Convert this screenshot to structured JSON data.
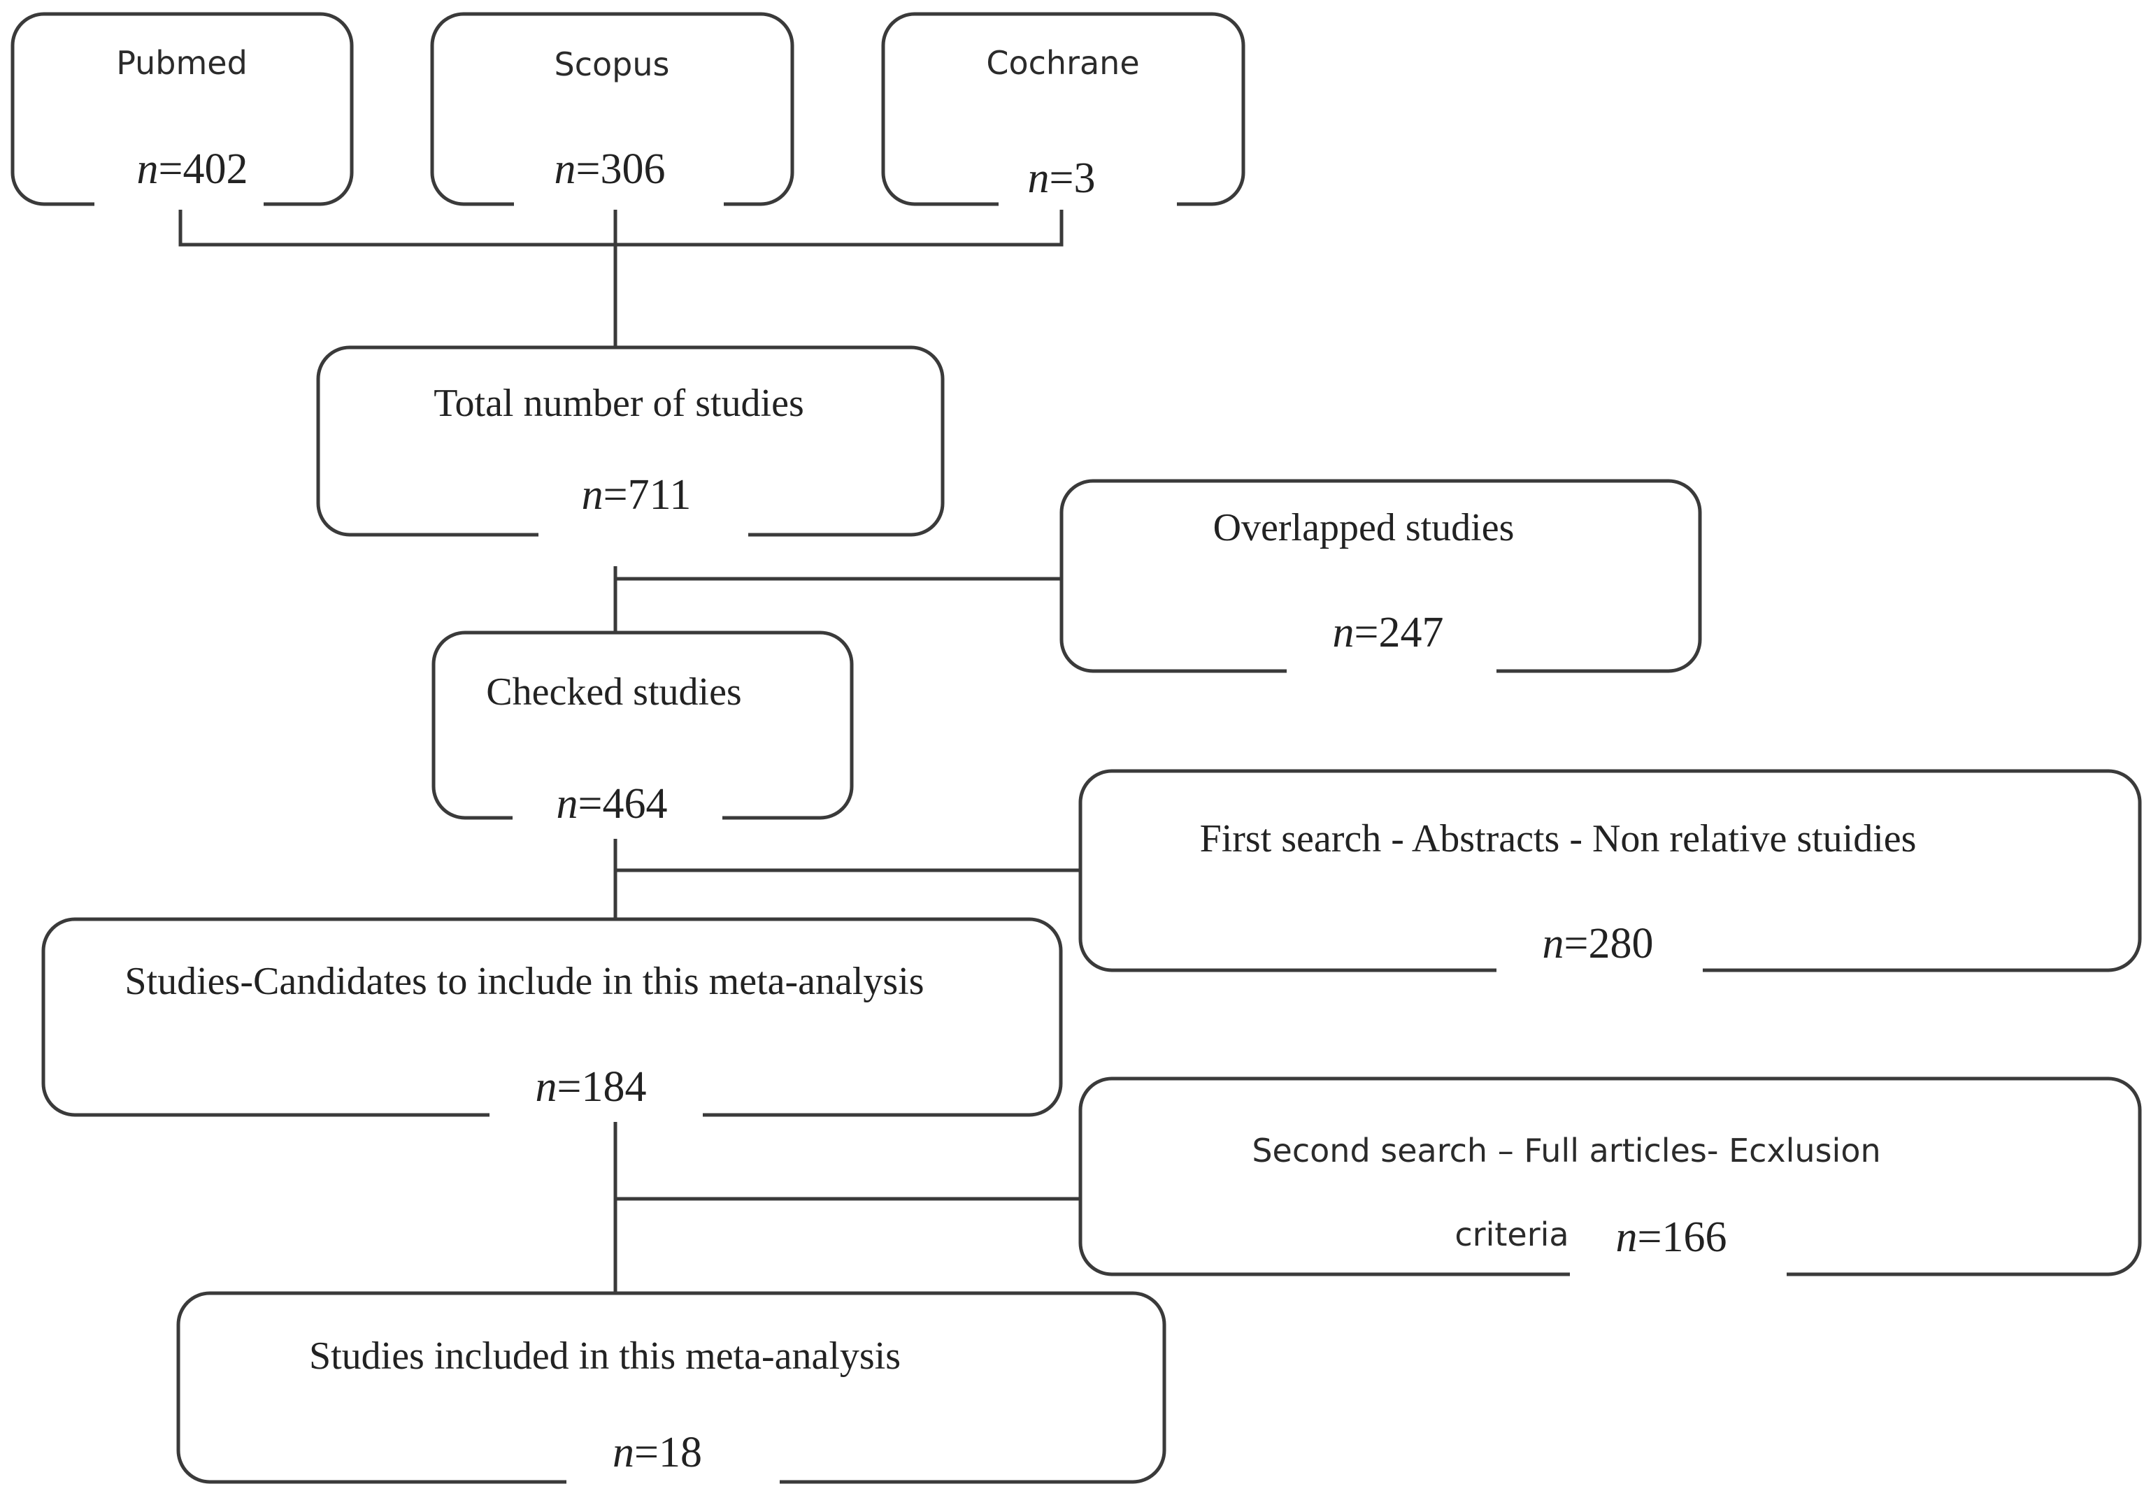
{
  "sources": [
    {
      "label": "Pubmed",
      "n_label": "n",
      "n_value": "402"
    },
    {
      "label": "Scopus",
      "n_label": "n",
      "n_value": "306"
    },
    {
      "label": "Cochrane",
      "n_label": "n",
      "n_value": "3"
    }
  ],
  "total": {
    "label": "Total number of studies",
    "n_label": "n",
    "n_value": "711"
  },
  "overlapped": {
    "label": "Overlapped studies",
    "n_label": "n",
    "n_value": "247"
  },
  "checked": {
    "label": "Checked studies",
    "n_label": "n",
    "n_value": "464"
  },
  "first_search": {
    "label": "First search - Abstracts - Non relative stuidies",
    "n_label": "n",
    "n_value": "280"
  },
  "candidates": {
    "label": "Studies-Candidates to include in this meta-analysis",
    "n_label": "n",
    "n_value": "184"
  },
  "second_search": {
    "label": "Second search – Full articles- Ecxlusion",
    "label_line2": "criteria",
    "n_label": "n",
    "n_value": "166"
  },
  "included": {
    "label": "Studies included in this meta-analysis",
    "n_label": "n",
    "n_value": "18"
  },
  "equals": "="
}
